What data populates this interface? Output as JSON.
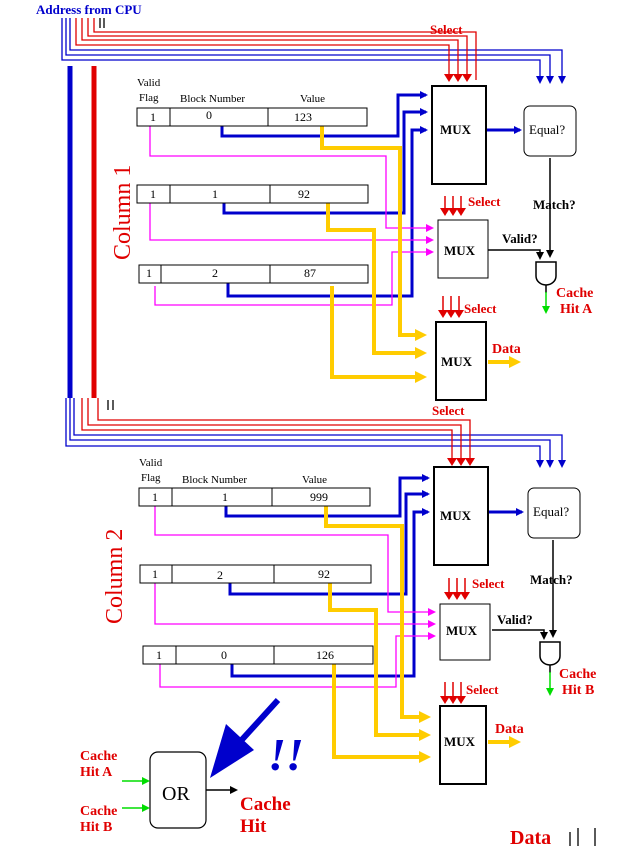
{
  "header": {
    "address_label": "Address from CPU"
  },
  "select_label": "Select",
  "mux_label": "MUX",
  "equal_label": "Equal?",
  "match_label": "Match?",
  "valid_label": "Valid?",
  "data_label": "Data",
  "field_headers": {
    "valid": "Valid",
    "flag": "Flag",
    "block": "Block Number",
    "value": "Value"
  },
  "columns": [
    {
      "label": "Column 1",
      "hit_line1": "Cache",
      "hit_line2": "Hit A",
      "rows": [
        {
          "valid": "1",
          "block": "0",
          "value": "123"
        },
        {
          "valid": "1",
          "block": "1",
          "value": "92"
        },
        {
          "valid": "1",
          "block": "2",
          "value": "87"
        }
      ]
    },
    {
      "label": "Column 2",
      "hit_line1": "Cache",
      "hit_line2": "Hit B",
      "rows": [
        {
          "valid": "1",
          "block": "1",
          "value": "999"
        },
        {
          "valid": "1",
          "block": "2",
          "value": "92"
        },
        {
          "valid": "1",
          "block": "0",
          "value": "126"
        }
      ]
    }
  ],
  "or_gate": {
    "label": "OR",
    "input_a_line1": "Cache",
    "input_a_line2": "Hit A",
    "input_b_line1": "Cache",
    "input_b_line2": "Hit B",
    "output_line1": "Cache",
    "output_line2": "Hit"
  },
  "exclaim": "!!",
  "bottom_data_label": "Data",
  "colors": {
    "address": "#0000cc",
    "select": "#e00000",
    "valid": "#ff00ff",
    "data": "#ffcc00",
    "hit": "#00dd00",
    "signal": "#000000"
  }
}
